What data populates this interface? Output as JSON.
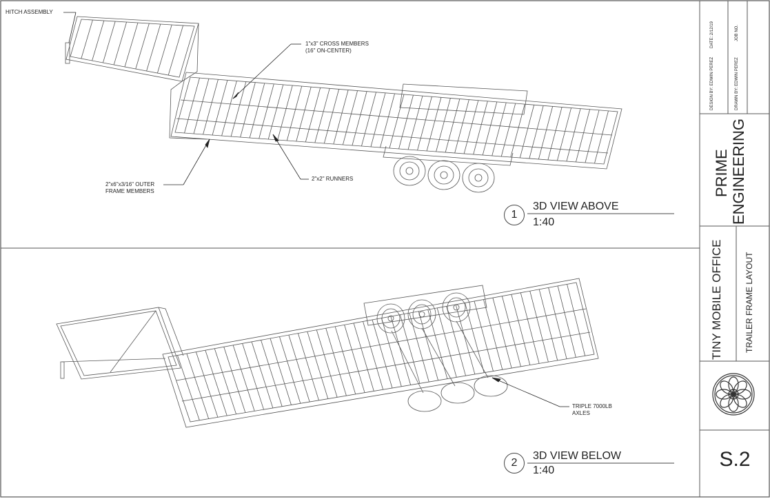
{
  "callouts": {
    "hitch": "HITCH ASSEMBLY",
    "cross_members_1": "1\"x3\" CROSS MEMBERS",
    "cross_members_2": "(16\" ON-CENTER)",
    "outer_frame_1": "2\"x6\"x3/16\" OUTER",
    "outer_frame_2": "FRAME MEMBERS",
    "runners": "2\"x2\" RUNNERS",
    "axles_1": "TRIPLE 7000LB",
    "axles_2": "AXLES"
  },
  "views": [
    {
      "number": "1",
      "title": "3D VIEW ABOVE",
      "scale": "1:40"
    },
    {
      "number": "2",
      "title": "3D VIEW BELOW",
      "scale": "1:40"
    }
  ],
  "title_block": {
    "date": "DATE: 2/12/19",
    "job_no": "JOB NO.",
    "design_by": "DESIGN BY: EDWIN PEREZ",
    "drawn_by": "DRAWN BY: EDWIN PEREZ",
    "company_line1": "PRIME",
    "company_line2": "ENGINEERING",
    "project": "TINY MOBILE OFFICE",
    "sheet_title": "TRAILER FRAME LAYOUT",
    "sheet_number": "S.2"
  }
}
